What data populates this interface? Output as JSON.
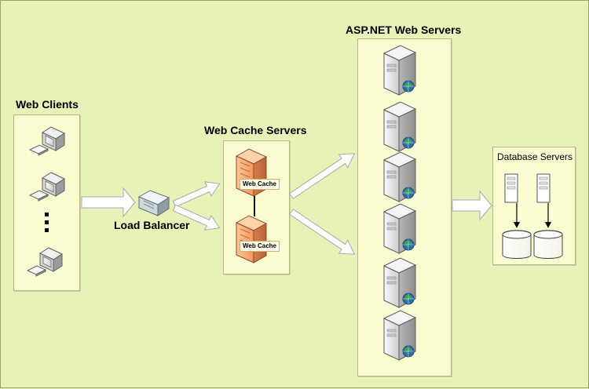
{
  "labels": {
    "web_clients": "Web Clients",
    "load_balancer": "Load Balancer",
    "web_cache_servers": "Web Cache Servers",
    "asp_net_web_servers": "ASP.NET Web Servers",
    "database_servers": "Database Servers",
    "web_cache": "Web Cache",
    "ellipsis": "⋮"
  },
  "colors": {
    "background": "#e6f2b8",
    "panel": "#fbfbd2",
    "panel_border": "#b8b780",
    "cache_server": "#f1a16d",
    "web_server": "#d8d8d8",
    "globe": "#2a6ea8"
  },
  "icons": {
    "client_computer": "client-computer-icon",
    "load_balancer": "load-balancer-icon",
    "cache_server": "cache-server-icon",
    "web_server": "web-server-icon",
    "database_server": "database-server-icon",
    "database": "database-icon",
    "arrow": "arrow-icon"
  }
}
